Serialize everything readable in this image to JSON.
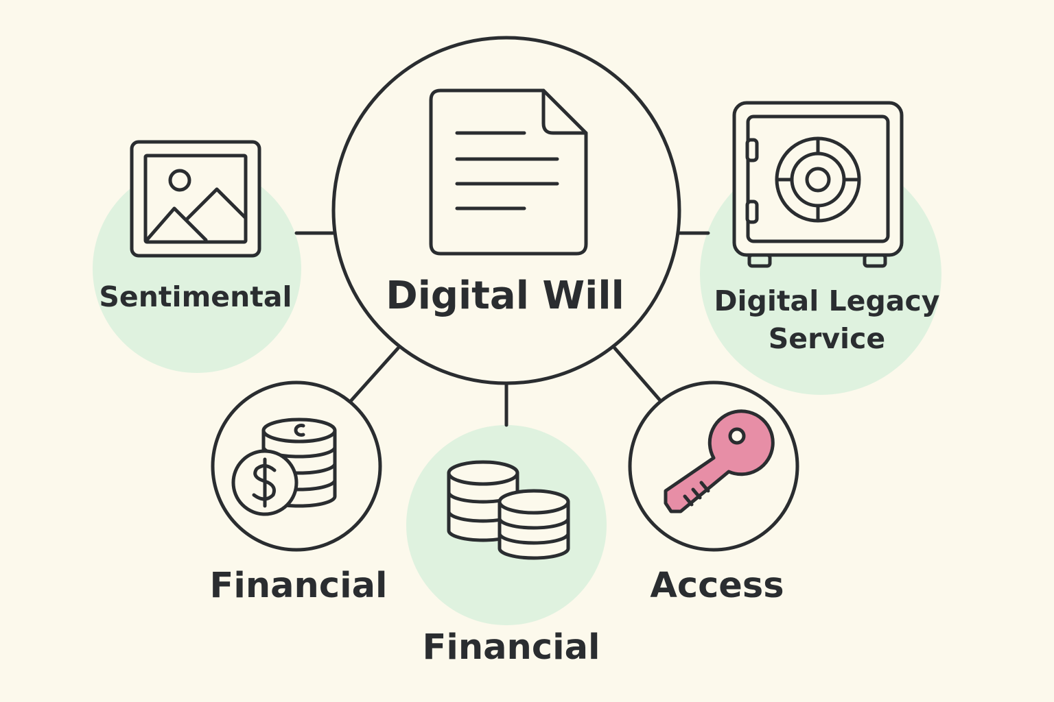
{
  "center": {
    "label": "Digital Will",
    "icon": "document-icon"
  },
  "nodes": [
    {
      "id": "sentimental",
      "label": "Sentimental",
      "icon": "image-frame-icon"
    },
    {
      "id": "legacy",
      "label_lines": [
        "Digital Legacy",
        "Service"
      ],
      "icon": "safe-icon"
    },
    {
      "id": "financial-1",
      "label": "Financial",
      "icon": "coins-dollar-icon"
    },
    {
      "id": "financial-2",
      "label": "Financial",
      "icon": "coin-stacks-icon"
    },
    {
      "id": "access",
      "label": "Access",
      "icon": "key-icon"
    }
  ],
  "colors": {
    "background": "#fcf9ec",
    "highlight": "#dff2df",
    "stroke": "#2a2d30",
    "key_fill": "#e78ea6"
  }
}
